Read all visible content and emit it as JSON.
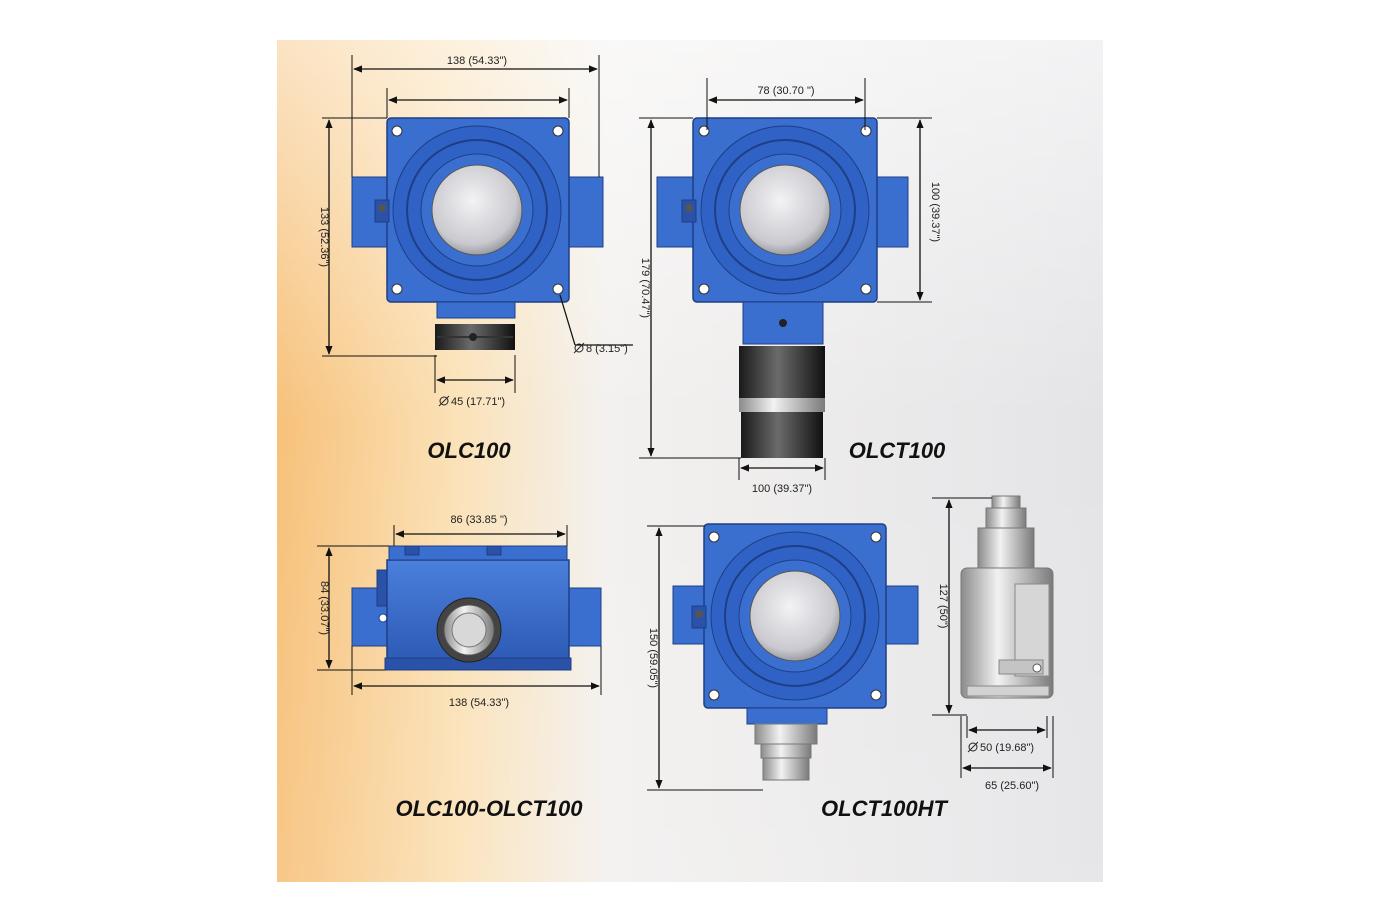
{
  "colors": {
    "enclosure": "#3a6fd0",
    "enclosure_dark": "#2a52a8",
    "window": "#d8d8dc",
    "metal": "#8a8a8a",
    "background_warm": "#f7c883",
    "background_cool": "#e6e6e9"
  },
  "icons": [
    "diameter-symbol-icon"
  ],
  "models": {
    "olc100": {
      "title": "OLC100",
      "width_label": "138 (54.33\")",
      "height_label": "133 (52.36\")",
      "hole_label": "8 (3.15\")",
      "outlet_label": "45 (17.71\")"
    },
    "olct100": {
      "title": "OLCT100",
      "top_label": "78 (30.70 \")",
      "height_label": "179 (70.47\")",
      "right_label": "100 (39.37\")",
      "bottom_label": "100 (39.37\")"
    },
    "side": {
      "title": "OLC100-OLCT100",
      "top_label": "86 (33.85 \")",
      "height_label": "84 (33.07\")",
      "width_label": "138 (54.33\")"
    },
    "olct100ht": {
      "title": "OLCT100HT",
      "height_label": "150 (59.05\")",
      "side_height_label": "127 (50\")",
      "diameter_label": "50 (19.68\")",
      "depth_label": "65 (25.60\")"
    }
  }
}
